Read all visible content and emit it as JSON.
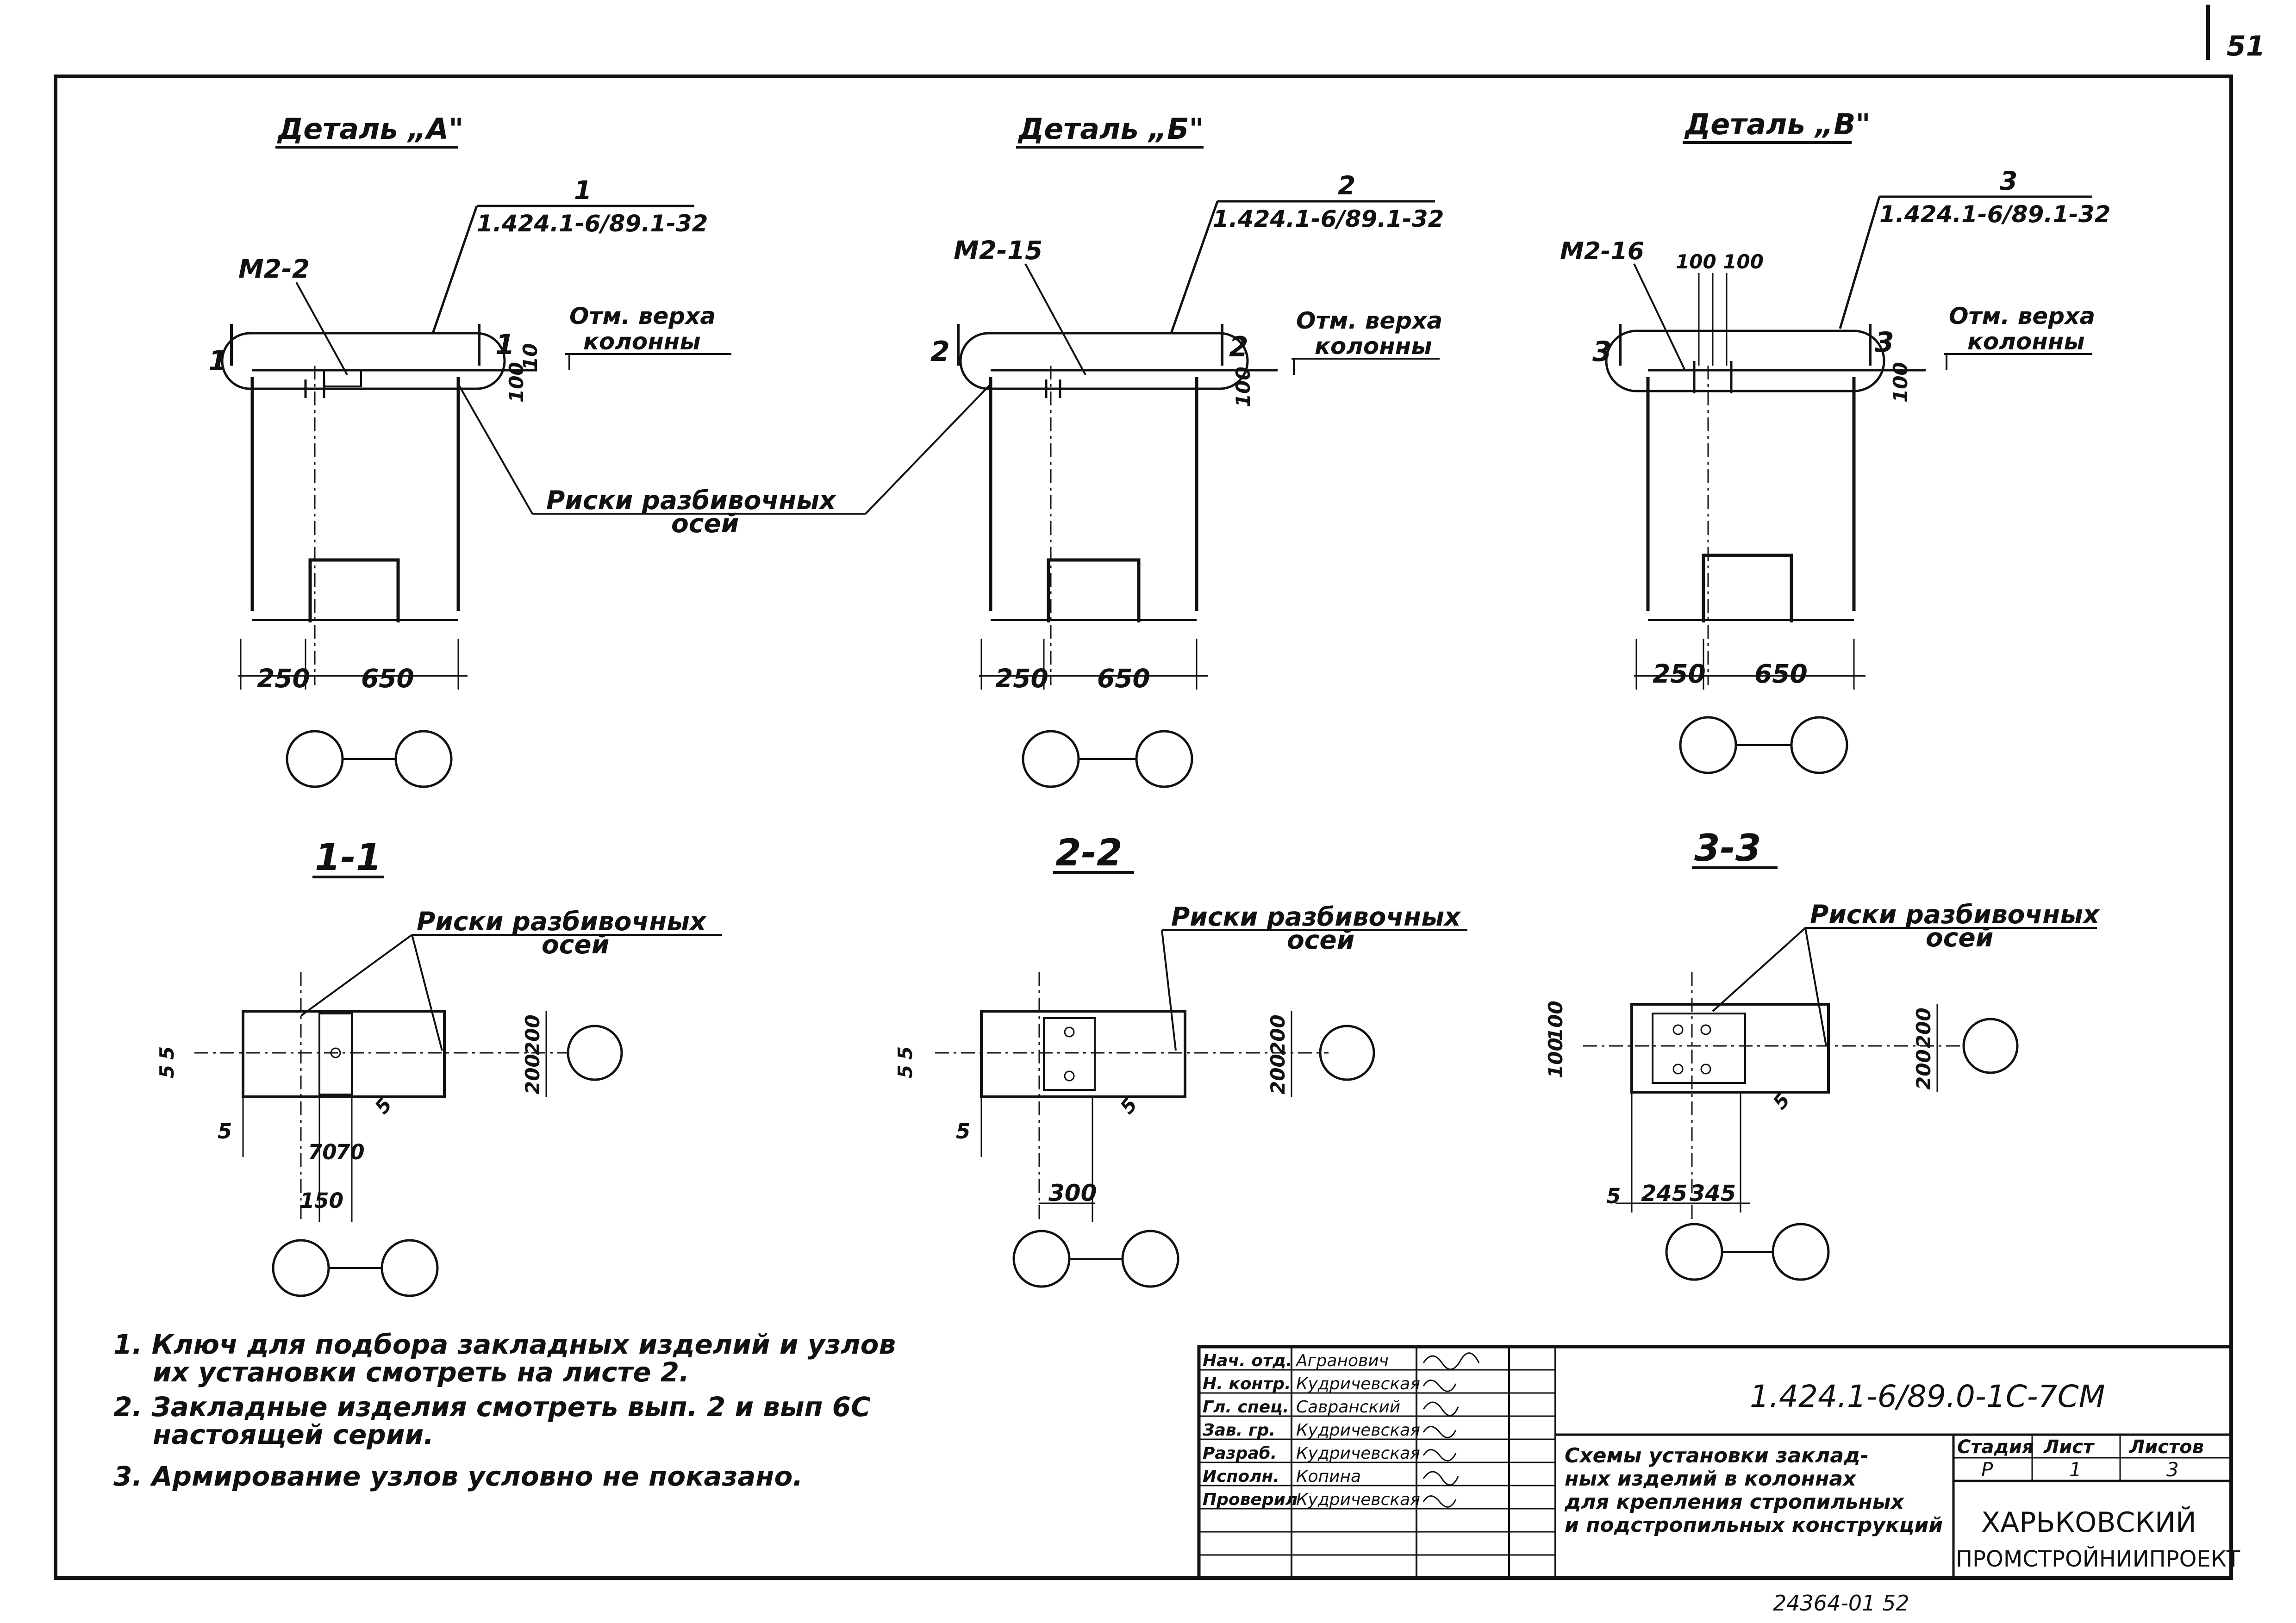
{
  "page_number": "51",
  "bottom_stamp": "24364-01   52",
  "details": [
    {
      "title": "Деталь „А\"",
      "leader_number": "1",
      "leader_ref": "1.424.1-6/89.1-32",
      "embed_label": "М2-2",
      "section_marker": "1",
      "dim_vertical": "100",
      "dim_vertical2": "10",
      "dim_left": "250",
      "dim_right": "650",
      "dim_top": ""
    },
    {
      "title": "Деталь „Б\"",
      "leader_number": "2",
      "leader_ref": "1.424.1-6/89.1-32",
      "embed_label": "М2-15",
      "section_marker": "2",
      "dim_vertical": "100",
      "dim_vertical2": "",
      "dim_left": "250",
      "dim_right": "650",
      "dim_top": ""
    },
    {
      "title": "Деталь „В\"",
      "leader_number": "3",
      "leader_ref": "1.424.1-6/89.1-32",
      "embed_label": "М2-16",
      "section_marker": "3",
      "dim_vertical": "100",
      "dim_vertical2": "",
      "dim_left": "250",
      "dim_right": "650",
      "dim_top": "100 100"
    }
  ],
  "top_of_column_label": [
    "Отм. верха",
    "колонны"
  ],
  "axis_marks_label": [
    "Риски разбивочных",
    "осей"
  ],
  "sections": [
    {
      "title": "1-1",
      "dim_left_top": "5",
      "dim_left_top2": "5",
      "dim_right_a": "200",
      "dim_right_b": "200",
      "dim_small": "5",
      "dim_corner": "5",
      "dim_bottom_a": "70",
      "dim_bottom_b": "70",
      "dim_bottom_c": "150"
    },
    {
      "title": "2-2",
      "dim_left_top": "5",
      "dim_left_top2": "5",
      "dim_right_a": "200",
      "dim_right_b": "200",
      "dim_small": "5",
      "dim_corner": "5",
      "dim_bottom_a": "300",
      "dim_bottom_b": "",
      "dim_bottom_c": ""
    },
    {
      "title": "3-3",
      "dim_left_top": "100",
      "dim_left_top2": "100",
      "dim_right_a": "200",
      "dim_right_b": "200",
      "dim_small": "5",
      "dim_corner": "5",
      "dim_bottom_a": "245",
      "dim_bottom_b": "345",
      "dim_bottom_c": ""
    }
  ],
  "notes": [
    "1. Ключ для подбора закладных изделий и узлов",
    "их установки смотреть на листе 2.",
    "2. Закладные изделия смотреть вып. 2 и вып 6С",
    "настоящей серии.",
    "3. Армирование узлов условно не показано."
  ],
  "title_block": {
    "code": "1.424.1-6/89.0-1С-7СМ",
    "description": [
      "Схемы установки заклад-",
      "ных изделий в колоннах",
      "для крепления стропильных",
      "и подстропильных конструкций"
    ],
    "stage_header": "Стадия",
    "sheet_header": "Лист",
    "sheets_header": "Листов",
    "stage": "Р",
    "sheet": "1",
    "sheets": "3",
    "organization": [
      "ХАРЬКОВСКИЙ",
      "ПРОМСТРОЙНИИПРОЕКТ"
    ],
    "roles": [
      {
        "role": "Нач. отд.",
        "name": "Агранович"
      },
      {
        "role": "Н. контр.",
        "name": "Кудричевская"
      },
      {
        "role": "Гл. спец.",
        "name": "Савранский"
      },
      {
        "role": "Зав. гр.",
        "name": "Кудричевская"
      },
      {
        "role": "Разраб.",
        "name": "Кудричевская"
      },
      {
        "role": "Исполн.",
        "name": "Копина"
      },
      {
        "role": "Проверил",
        "name": "Кудричевская"
      }
    ]
  }
}
